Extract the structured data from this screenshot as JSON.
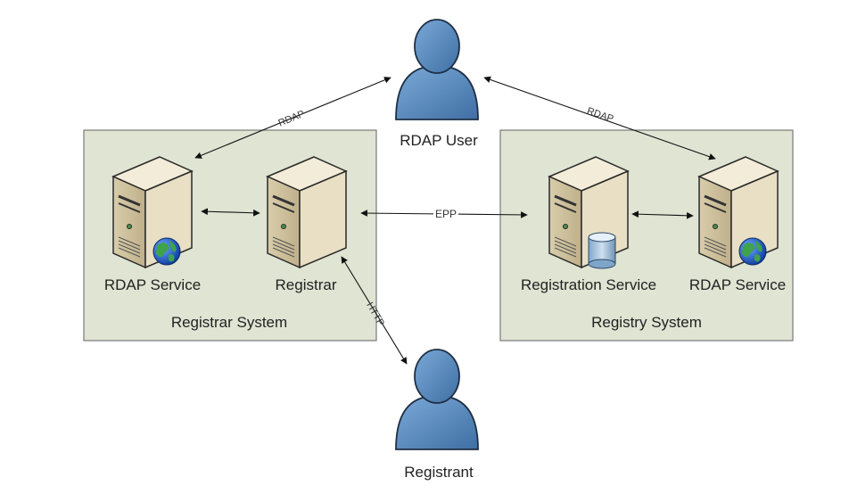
{
  "groups": {
    "registrar_system": {
      "label": "Registrar System"
    },
    "registry_system": {
      "label": "Registry System"
    }
  },
  "nodes": {
    "rdap_user": {
      "label": "RDAP User",
      "icon": "person-icon"
    },
    "registrant": {
      "label": "Registrant",
      "icon": "person-icon"
    },
    "registrar_rdap_service": {
      "label": "RDAP Service",
      "icon": "server-globe-icon"
    },
    "registrar": {
      "label": "Registrar",
      "icon": "server-icon"
    },
    "registration_service": {
      "label": "Registration Service",
      "icon": "server-database-icon"
    },
    "registry_rdap_service": {
      "label": "RDAP Service",
      "icon": "server-globe-icon"
    }
  },
  "edges": {
    "user_to_registrar_rdap": {
      "label": "RDAP"
    },
    "user_to_registry_rdap": {
      "label": "RDAP"
    },
    "registrar_to_registration": {
      "label": "EPP"
    },
    "registrar_to_registrant": {
      "label": "HTTP"
    }
  },
  "colors": {
    "group_fill": "#dfe4d3",
    "group_stroke": "#7a7a7a",
    "person_fill": "#5b8ec4",
    "person_stroke": "#1f2f44",
    "server_fill": "#efe7d2",
    "server_front": "#f7f1e1",
    "server_stroke": "#2a2a2a"
  }
}
